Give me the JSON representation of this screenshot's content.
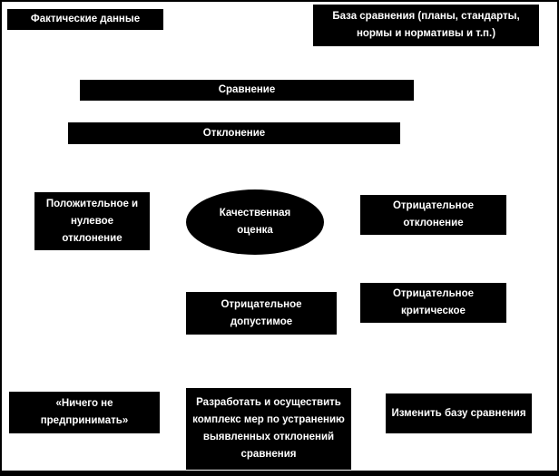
{
  "diagram": {
    "kind": "flowchart",
    "language": "ru",
    "colors": {
      "node_background": "#000000",
      "node_text": "#ffffff",
      "canvas_background": "#ffffff",
      "canvas_border": "#000000"
    },
    "nodes": {
      "actual_data": "Фактические данные",
      "comparison_base": "База сравнения (планы, стандарты, нормы и нормативы и т.п.)",
      "comparison": "Сравнение",
      "deviation": "Отклонение",
      "positive_zero_deviation": "Положительное и нулевое отклонение",
      "qualitative_assessment": "Качественная оценка",
      "negative_deviation": "Отрицательное отклонение",
      "negative_acceptable": "Отрицательное допустимое",
      "negative_critical": "Отрицательное критическое",
      "do_nothing": "«Ничего не предпринимать»",
      "develop_measures": "Разработать и осуществить комплекс мер по устранению выявленных отклонений сравнения",
      "change_comparison_base": "Изменить базу сравнения"
    }
  }
}
